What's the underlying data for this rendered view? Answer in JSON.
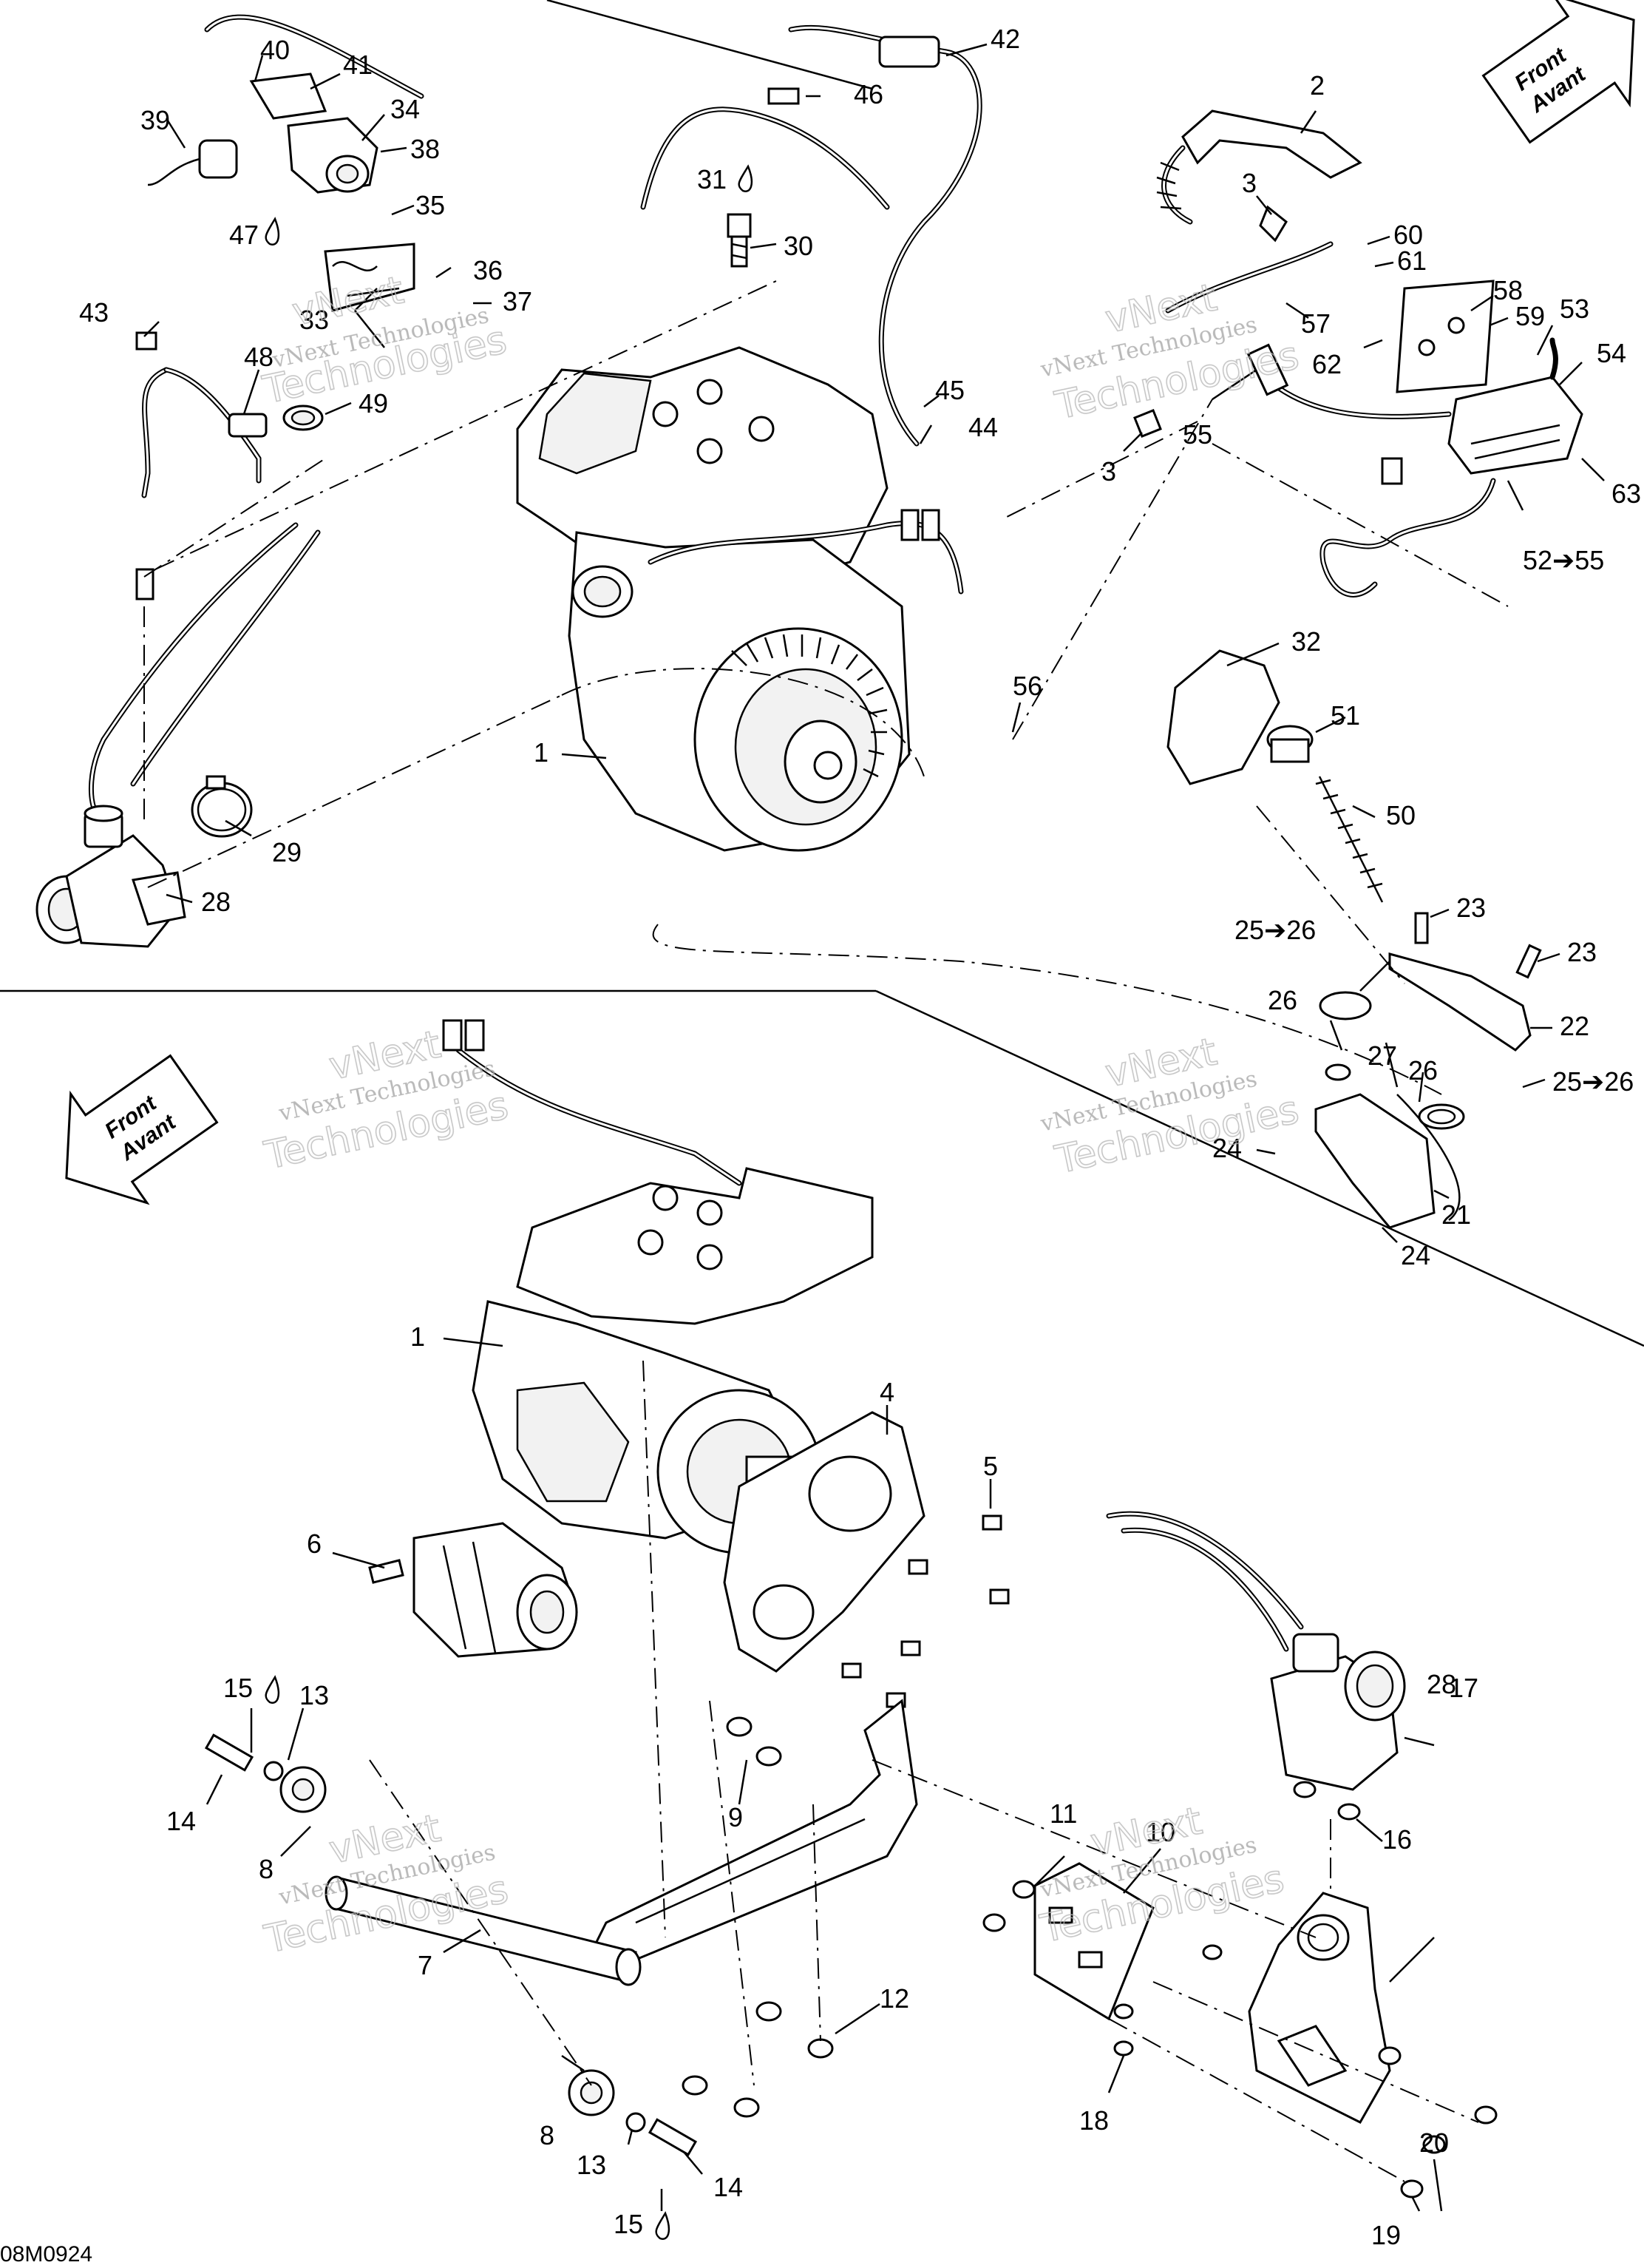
{
  "diagram": {
    "drawing_code": "08M0924",
    "orientation_badges": [
      {
        "line1": "Front",
        "line2": "Avant"
      },
      {
        "line1": "Front",
        "line2": "Avant"
      }
    ],
    "watermarks": [
      {
        "brand": "vNext",
        "word1": "vNext Technologies",
        "word2": "Technologies"
      },
      {
        "brand": "vNext",
        "word1": "vNext Technologies",
        "word2": "Technologies"
      },
      {
        "brand": "vNext",
        "word1": "vNext Technologies",
        "word2": "Technologies"
      },
      {
        "brand": "vNext",
        "word1": "vNext Technologies",
        "word2": "Technologies"
      },
      {
        "brand": "vNext",
        "word1": "vNext Technologies",
        "word2": "Technologies"
      },
      {
        "brand": "vNext",
        "word1": "vNext Technologies",
        "word2": "Technologies"
      }
    ],
    "callouts": [
      "1",
      "2",
      "3",
      "3",
      "29",
      "28",
      "30",
      "31",
      "32",
      "33",
      "34",
      "35",
      "36",
      "37",
      "38",
      "39",
      "40",
      "41",
      "42",
      "43",
      "44",
      "45",
      "46",
      "47",
      "48",
      "49",
      "50",
      "51",
      "52➔55",
      "53",
      "54",
      "55",
      "56",
      "57",
      "58",
      "59",
      "60",
      "61",
      "62",
      "63",
      "22",
      "23",
      "23",
      "24",
      "24",
      "25➔26",
      "25➔26",
      "26",
      "26",
      "27",
      "21",
      "1",
      "4",
      "5",
      "6",
      "7",
      "8",
      "8",
      "9",
      "10",
      "11",
      "12",
      "13",
      "13",
      "14",
      "14",
      "15",
      "15",
      "16",
      "17",
      "18",
      "19",
      "20",
      "28"
    ]
  }
}
